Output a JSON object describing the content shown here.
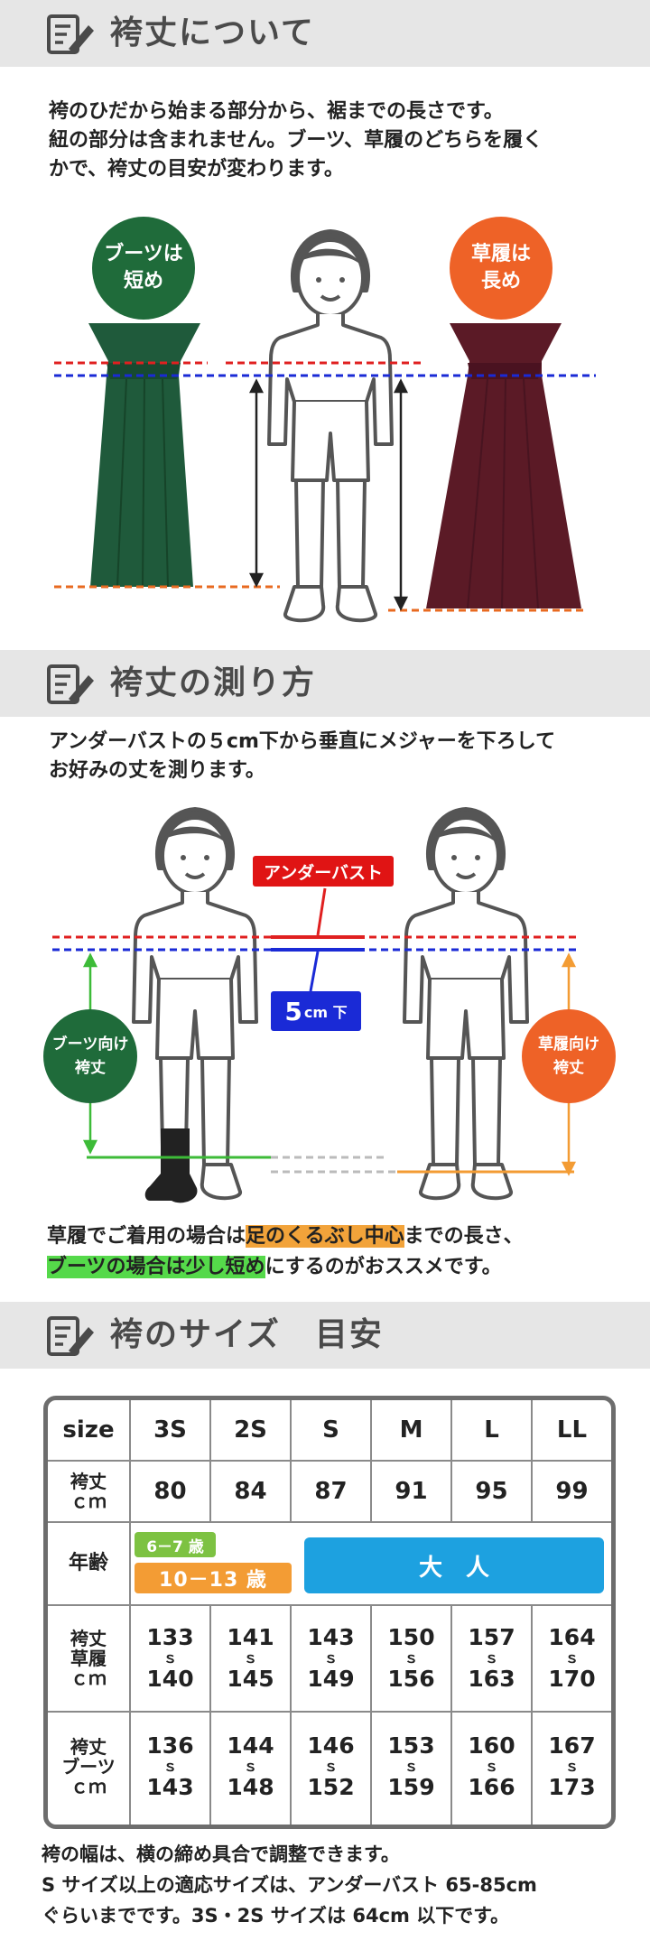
{
  "sections": {
    "length": {
      "title": "袴丈について"
    },
    "measure": {
      "title": "袴丈の測り方"
    },
    "size": {
      "title": "袴のサイズ　目安"
    }
  },
  "length_text": {
    "line1": "袴のひだから始まる部分から、裾までの長さです。",
    "line2": "紐の部分は含まれません。ブーツ、草履のどちらを履く",
    "line3": "かで、袴丈の目安が変わります。"
  },
  "length_figure": {
    "boots_circle": {
      "line1": "ブーツは",
      "line2": "短め",
      "color": "#1f6b3a"
    },
    "zori_circle": {
      "line1": "草履は",
      "line2": "長め",
      "color": "#ee6227"
    },
    "green_hakama_color": "#1f5a3b",
    "maroon_hakama_color": "#5b1a26"
  },
  "measure_text": {
    "line1": "アンダーバストの５cm下から垂直にメジャーを下ろして",
    "line2": "お好みの丈を測ります。"
  },
  "measure_figure": {
    "underbust_label": "アンダーバスト",
    "five_cm_num": "5",
    "five_cm_unit": "cm 下",
    "boots_circle": {
      "line1": "ブーツ向け",
      "line2": "袴丈",
      "color": "#1f6b3a"
    },
    "zori_circle": {
      "line1": "草履向け",
      "line2": "袴丈",
      "color": "#ee6227"
    }
  },
  "note": {
    "l1_a": "草履でご着用の場合は",
    "l1_b": "足のくるぶし中心",
    "l1_c": "までの長さ、",
    "l2_a": "ブーツの場合は少し短め",
    "l2_b": "にするのがおススメです。"
  },
  "size_table": {
    "col_label": "size",
    "columns": [
      "3S",
      "2S",
      "S",
      "M",
      "L",
      "LL"
    ],
    "length_label": {
      "l1": "袴丈",
      "l2": "ｃｍ"
    },
    "lengths": [
      "80",
      "84",
      "87",
      "91",
      "95",
      "99"
    ],
    "age_label": "年齢",
    "age_kids_small": "6－7 歳",
    "age_kids": "10－13 歳",
    "age_adult": "大　人",
    "zori_label": {
      "l1": "袴丈",
      "l2": "草履",
      "l3": "ｃｍ"
    },
    "zori_ranges": [
      [
        "133",
        "140"
      ],
      [
        "141",
        "145"
      ],
      [
        "143",
        "149"
      ],
      [
        "150",
        "156"
      ],
      [
        "157",
        "163"
      ],
      [
        "164",
        "170"
      ]
    ],
    "boots_label": {
      "l1": "袴丈",
      "l2": "ブーツ",
      "l3": "ｃｍ"
    },
    "boots_ranges": [
      [
        "136",
        "143"
      ],
      [
        "144",
        "148"
      ],
      [
        "146",
        "152"
      ],
      [
        "153",
        "159"
      ],
      [
        "160",
        "166"
      ],
      [
        "167",
        "173"
      ]
    ],
    "tilde": "ｓ",
    "colors": {
      "kids_small": "#7dc242",
      "kids": "#f39c34",
      "adult": "#1da1e0"
    }
  },
  "footer": {
    "line1": "袴の幅は、横の締め具合で調整できます。",
    "line2": "S サイズ以上の適応サイズは、アンダーバスト 65-85cm",
    "line3": "ぐらいまでです。3S・2S サイズは 64cm 以下です。"
  }
}
